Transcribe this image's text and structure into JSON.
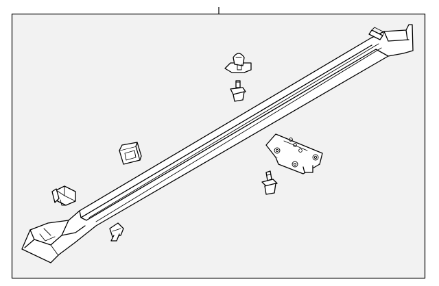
{
  "diagram": {
    "panel_fill": "#f2f2f2",
    "stroke_color": "#000000",
    "part_fill": "#ffffff",
    "parts": [
      {
        "name": "rocker-molding"
      },
      {
        "name": "retainer-clip"
      },
      {
        "name": "push-pin-fastener"
      },
      {
        "name": "square-clip"
      },
      {
        "name": "grommet-clip"
      },
      {
        "name": "christmas-tree-clip"
      },
      {
        "name": "mounting-bracket"
      },
      {
        "name": "stud-fastener"
      }
    ]
  }
}
